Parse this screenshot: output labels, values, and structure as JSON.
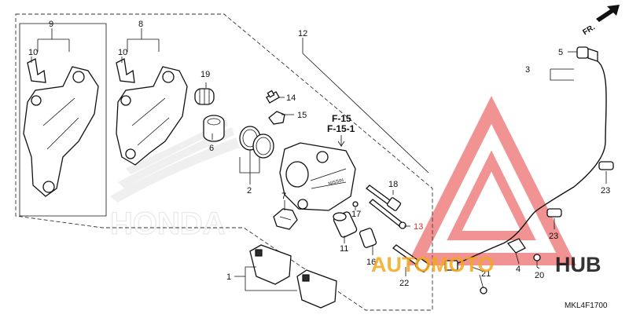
{
  "diagram": {
    "code": "MKL4F1700",
    "direction_label": "FR.",
    "brand_watermark": "HONDA",
    "site_watermark": {
      "word1": "AUTOMOTO",
      "word2": "HUB",
      "color_red": "#e5393b",
      "color_orange": "#f4a81d"
    },
    "page_refs": [
      "F-15",
      "F-15-1"
    ],
    "callouts": {
      "c1": "1",
      "c2": "2",
      "c3": "3",
      "c4": "4",
      "c5": "5",
      "c6": "6",
      "c7": "7",
      "c8": "8",
      "c9": "9",
      "c10a": "10",
      "c10b": "10",
      "c11": "11",
      "c12": "12",
      "c13": "13",
      "c14": "14",
      "c15": "15",
      "c16": "16",
      "c17": "17",
      "c18": "18",
      "c19": "19",
      "c20": "20",
      "c21": "21",
      "c22": "22",
      "c23a": "23",
      "c23b": "23"
    },
    "highlight_color": "#d03030"
  }
}
